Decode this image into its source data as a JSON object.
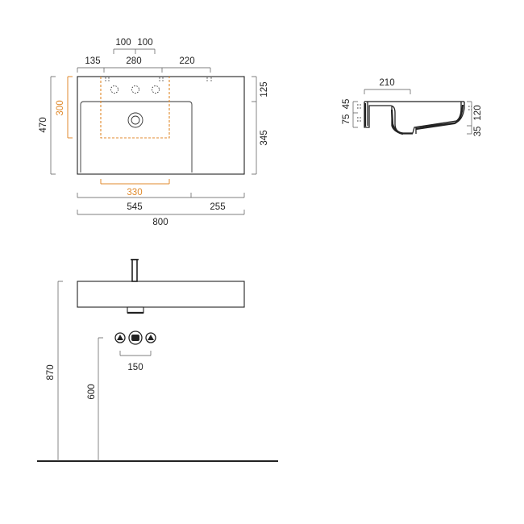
{
  "colors": {
    "line": "#333333",
    "accent": "#e08a2c",
    "background": "#ffffff"
  },
  "plan_view": {
    "top_dims": {
      "tap_spacing_left": "100",
      "tap_spacing_right": "100",
      "left_offset": "135",
      "tap_span": "280",
      "right_offset": "220"
    },
    "left_dims": {
      "overall_depth": "470",
      "bowl_depth": "300"
    },
    "right_dims": {
      "rear_shelf": "125",
      "front_section": "345"
    },
    "bottom_dims": {
      "bowl_inner_width": "330",
      "bowl_width": "545",
      "shelf_width": "255",
      "overall_width": "800"
    }
  },
  "section_view": {
    "dims": {
      "width": "210",
      "height_a": "75",
      "height_b": "45",
      "height_c": "35",
      "height_d": "120"
    }
  },
  "elevation_view": {
    "dims": {
      "outlet_spacing": "150",
      "outlet_height": "600",
      "basin_height": "870"
    }
  }
}
